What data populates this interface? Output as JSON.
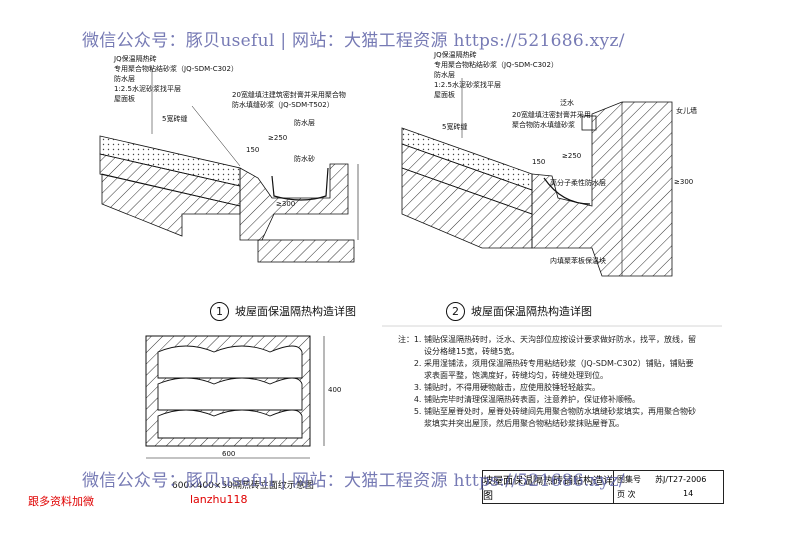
{
  "watermark": {
    "top": "微信公众号：豚贝useful | 网站：大猫工程资源 https://521686.xyz/",
    "bottom": "微信公众号：豚贝useful | 网站：大猫工程资源 https://521686.xyz/"
  },
  "figure1": {
    "number": "1",
    "caption": "坡屋面保温隔热构造详图",
    "labels": [
      "JQ保温隔热砖",
      "专用聚合物粘结砂浆（JQ-SDM-C302）",
      "防水层",
      "1:2.5水泥砂浆找平层",
      "屋面板",
      "20宽缝填注建筑密封膏并采用聚合物",
      "防水填缝砂浆（JQ-SDM-T502）",
      "防水层",
      "5宽砖缝"
    ],
    "dims": [
      "≥250",
      "150",
      "≥300",
      "防水砂"
    ]
  },
  "figure2": {
    "number": "2",
    "caption": "坡屋面保温隔热构造详图",
    "labels": [
      "JQ保温隔热砖",
      "专用聚合物粘结砂浆（JQ-SDM-C302）",
      "防水层",
      "1:2.5水泥砂浆找平层",
      "屋面板",
      "泛水",
      "20宽缝填注密封膏并采用",
      "聚合物防水填缝砂浆",
      "5宽砖缝",
      "女儿墙",
      "高分子柔性防水层",
      "内填聚苯板保温块"
    ],
    "dims": [
      "≥250",
      "150",
      "≥300"
    ]
  },
  "figure3": {
    "caption": "600×400×50隔热砖立面纹示意图",
    "dim_w": "600",
    "dim_h": "400"
  },
  "notes": {
    "heading": "注：",
    "items": [
      "铺贴保温隔热砖时，泛水、天沟部位应按设计要求做好防水，找平，放线，留设分格缝15宽，砖缝5宽。",
      "采用湿铺法，须用保温隔热砖专用粘结砂浆（JQ-SDM-C302）铺贴，铺贴要求表面平整，饱满度好，砖缝均匀，砖缝处理到位。",
      "铺贴时，不得用硬物敲击，应使用胶锤轻轻敲实。",
      "铺贴完毕时清理保温隔热砖表面，注意养护，保证修补顺畅。",
      "铺贴至屋脊处时，屋脊处砖缝间先用聚合物防水填缝砂浆填实，再用聚合物砂浆填实并突出屋顶，然后用聚合物粘结砂浆抹贴屋脊瓦。"
    ]
  },
  "title_block": {
    "title": "坡屋面保温隔热砖铺贴构造详图",
    "atlas_label": "图集号",
    "atlas_no": "苏J/T27-2006",
    "page_label": "页 次",
    "page_no": "14"
  },
  "overlay": {
    "left": "跟多资料加微",
    "right": "lanzhu118"
  },
  "colors": {
    "watermark": "#5f63a8",
    "overlay_red": "#e00000",
    "ink": "#111111"
  }
}
